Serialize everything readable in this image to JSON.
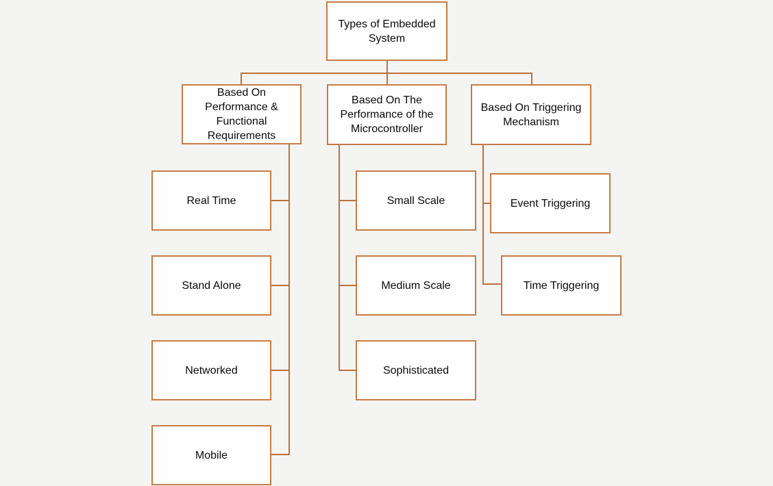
{
  "style": {
    "box_border_color": "#c77b42",
    "connector_color": "#bf7038",
    "box_fill_color": "#fefefe",
    "background_color": "#f4f4f3",
    "text_color": "#0a0a0a"
  },
  "nodes": {
    "root": {
      "label": "Types of Embedded\nSystem"
    },
    "branch_performance": {
      "label": "Based On\nPerformance &\nFunctional\nRequirements"
    },
    "branch_microcontroller": {
      "label": "Based On The\nPerformance of the\nMicrocontroller"
    },
    "branch_triggering": {
      "label": "Based On Triggering\nMechanism"
    },
    "real_time": {
      "label": "Real Time"
    },
    "stand_alone": {
      "label": "Stand Alone"
    },
    "networked": {
      "label": "Networked"
    },
    "mobile": {
      "label": "Mobile"
    },
    "small_scale": {
      "label": "Small Scale"
    },
    "medium_scale": {
      "label": "Medium Scale"
    },
    "sophisticated": {
      "label": "Sophisticated"
    },
    "event_triggering": {
      "label": "Event Triggering"
    },
    "time_triggering": {
      "label": "Time Triggering"
    }
  },
  "hierarchy": {
    "root": "Types of Embedded System",
    "branches": [
      {
        "label": "Based On Performance & Functional Requirements",
        "children": [
          "Real Time",
          "Stand Alone",
          "Networked",
          "Mobile"
        ]
      },
      {
        "label": "Based On The Performance of the Microcontroller",
        "children": [
          "Small Scale",
          "Medium Scale",
          "Sophisticated"
        ]
      },
      {
        "label": "Based On Triggering Mechanism",
        "children": [
          "Event Triggering",
          "Time Triggering"
        ]
      }
    ]
  }
}
